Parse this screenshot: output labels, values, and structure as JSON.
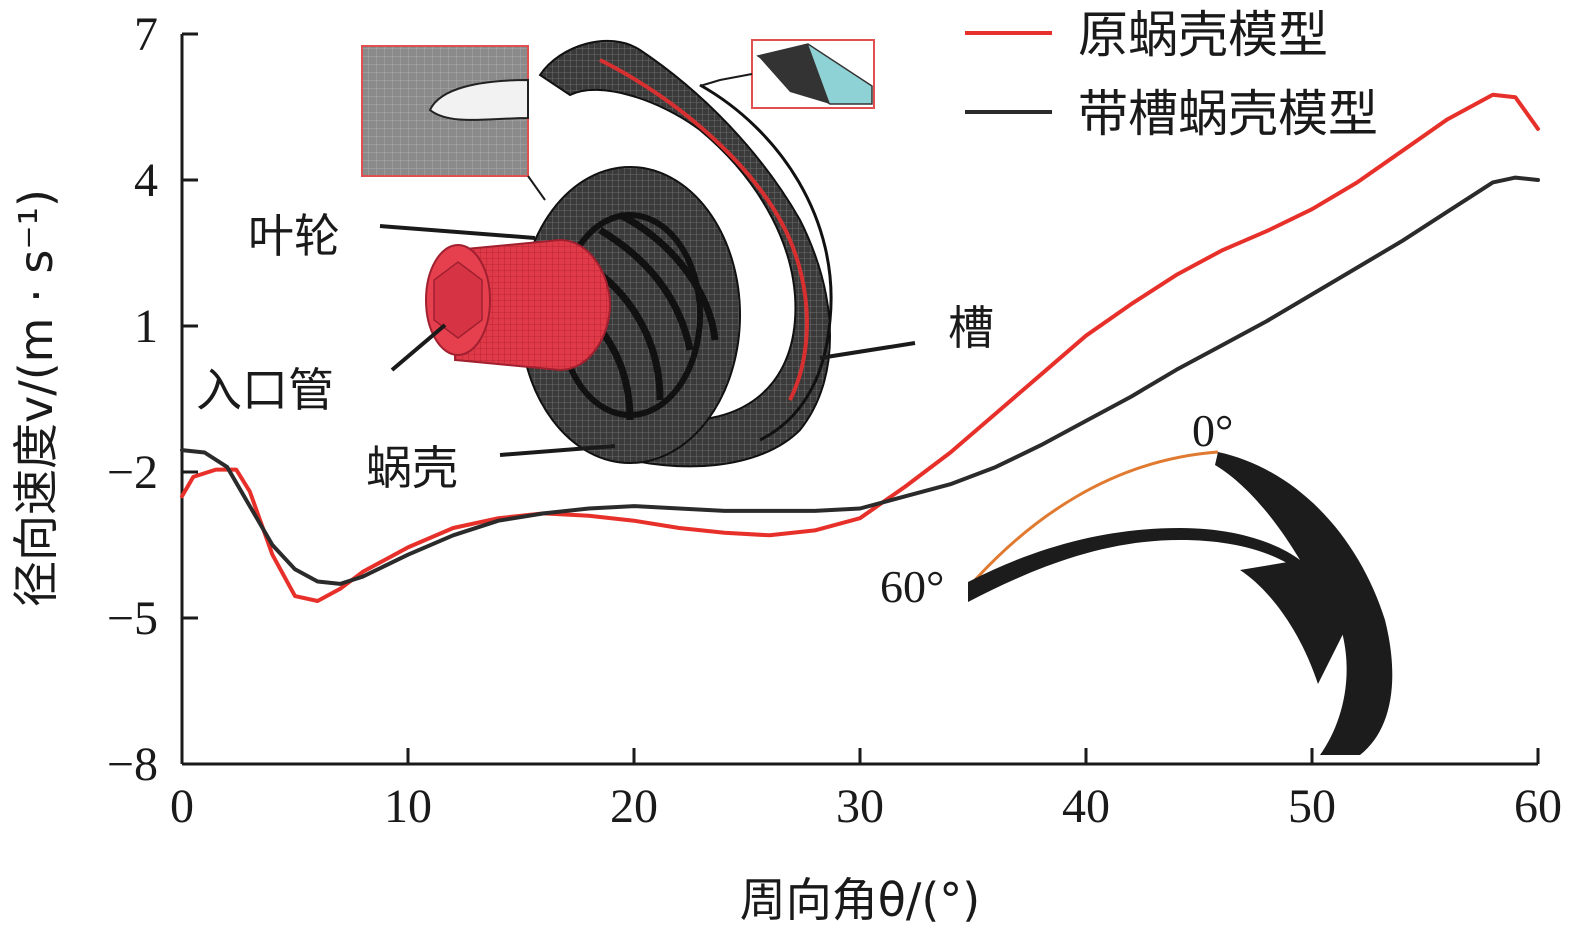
{
  "chart_data": {
    "type": "line",
    "xlabel": "周向角θ/(°)",
    "ylabel": "径向速度v/(m · s⁻¹)",
    "xlim": [
      0,
      60
    ],
    "ylim": [
      -8,
      7
    ],
    "xticks": [
      0,
      10,
      20,
      30,
      40,
      50,
      60
    ],
    "yticks": [
      -8,
      -5,
      -2,
      1,
      4,
      7
    ],
    "grid": false,
    "legend_position": "top-right",
    "series": [
      {
        "name": "原蜗壳模型",
        "color": "#e8302a",
        "points": [
          [
            0,
            -2.5
          ],
          [
            0.5,
            -2.1
          ],
          [
            1.5,
            -1.95
          ],
          [
            2.4,
            -1.95
          ],
          [
            3,
            -2.4
          ],
          [
            4,
            -3.7
          ],
          [
            5,
            -4.55
          ],
          [
            6,
            -4.65
          ],
          [
            7,
            -4.4
          ],
          [
            8,
            -4.05
          ],
          [
            10,
            -3.55
          ],
          [
            12,
            -3.15
          ],
          [
            14,
            -2.95
          ],
          [
            16,
            -2.85
          ],
          [
            18,
            -2.9
          ],
          [
            20,
            -3.0
          ],
          [
            22,
            -3.15
          ],
          [
            24,
            -3.25
          ],
          [
            26,
            -3.3
          ],
          [
            28,
            -3.2
          ],
          [
            30,
            -2.95
          ],
          [
            32,
            -2.3
          ],
          [
            34,
            -1.6
          ],
          [
            36,
            -0.8
          ],
          [
            38,
            0.0
          ],
          [
            40,
            0.8
          ],
          [
            42,
            1.45
          ],
          [
            44,
            2.05
          ],
          [
            46,
            2.55
          ],
          [
            48,
            2.95
          ],
          [
            50,
            3.4
          ],
          [
            52,
            3.95
          ],
          [
            54,
            4.6
          ],
          [
            56,
            5.25
          ],
          [
            58,
            5.75
          ],
          [
            59,
            5.7
          ],
          [
            60,
            5.05
          ]
        ]
      },
      {
        "name": "带槽蜗壳模型",
        "color": "#2b2b2b",
        "points": [
          [
            0,
            -1.55
          ],
          [
            1,
            -1.6
          ],
          [
            2,
            -1.9
          ],
          [
            3,
            -2.7
          ],
          [
            4,
            -3.5
          ],
          [
            5,
            -4.0
          ],
          [
            6,
            -4.25
          ],
          [
            7,
            -4.3
          ],
          [
            8,
            -4.15
          ],
          [
            10,
            -3.7
          ],
          [
            12,
            -3.3
          ],
          [
            14,
            -3.0
          ],
          [
            16,
            -2.85
          ],
          [
            18,
            -2.75
          ],
          [
            20,
            -2.7
          ],
          [
            22,
            -2.75
          ],
          [
            24,
            -2.8
          ],
          [
            26,
            -2.8
          ],
          [
            28,
            -2.8
          ],
          [
            30,
            -2.75
          ],
          [
            32,
            -2.5
          ],
          [
            34,
            -2.25
          ],
          [
            36,
            -1.9
          ],
          [
            38,
            -1.45
          ],
          [
            40,
            -0.95
          ],
          [
            42,
            -0.45
          ],
          [
            44,
            0.1
          ],
          [
            46,
            0.6
          ],
          [
            48,
            1.1
          ],
          [
            50,
            1.65
          ],
          [
            52,
            2.2
          ],
          [
            54,
            2.75
          ],
          [
            56,
            3.35
          ],
          [
            58,
            3.95
          ],
          [
            59,
            4.05
          ],
          [
            60,
            4.0
          ]
        ]
      }
    ],
    "callouts": [
      "叶轮",
      "入口管",
      "蜗壳",
      "槽"
    ],
    "angle_labels": [
      "0°",
      "60°"
    ]
  }
}
